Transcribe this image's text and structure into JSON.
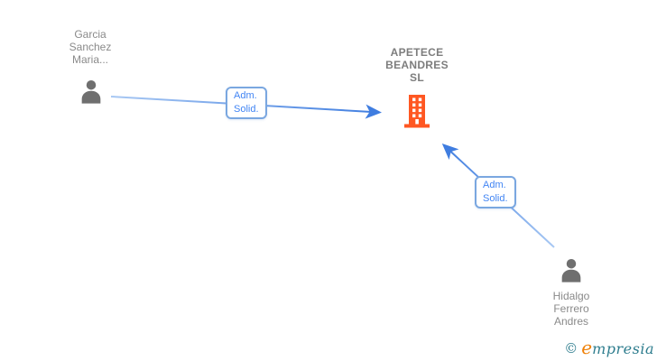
{
  "nodes": {
    "person_garcia": {
      "type": "person",
      "lines": [
        "Garcia",
        "Sanchez",
        "Maria..."
      ]
    },
    "company_apetece": {
      "type": "company",
      "lines": [
        "APETECE",
        "BEANDRES",
        "SL"
      ]
    },
    "person_hidalgo": {
      "type": "person",
      "lines": [
        "Hidalgo",
        "Ferrero",
        "Andres"
      ]
    }
  },
  "edges": {
    "garcia_to_company": {
      "label_lines": [
        "Adm.",
        "Solid."
      ]
    },
    "hidalgo_to_company": {
      "label_lines": [
        "Adm.",
        "Solid."
      ]
    }
  },
  "icons": {
    "person": "person-silhouette-icon",
    "company": "office-building-icon"
  },
  "colors": {
    "edge_blue": "#3f7de0",
    "edge_blue_light": "#a8c8f3",
    "edge_label_border": "#7aa7e0",
    "edge_label_text": "#4285f4",
    "person_icon_gray": "#6f6f6f",
    "person_text_gray": "#8a8a8a",
    "company_text_gray": "#7d7d7d",
    "building_orange": "#ff5722",
    "logo_teal": "#2e7d8e",
    "logo_orange": "#ef8109"
  },
  "footer": {
    "copyright_symbol": "©",
    "brand_initial": "e",
    "brand_rest": "mpresia"
  }
}
